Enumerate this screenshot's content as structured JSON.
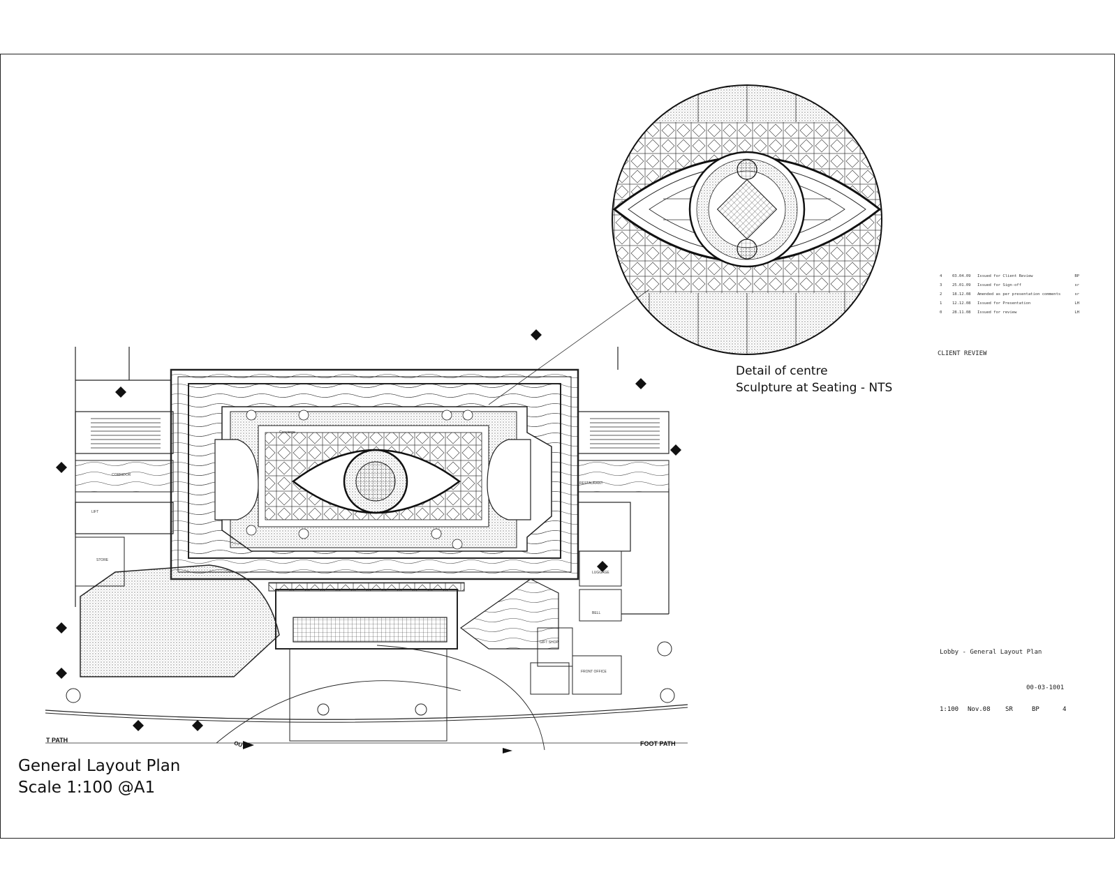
{
  "detail": {
    "line1": "Detail of centre",
    "line2": "Sculpture at Seating - NTS"
  },
  "plan": {
    "title": "General Layout Plan",
    "scale": "Scale  1:100 @A1"
  },
  "revisions": [
    {
      "no": "4",
      "date": "03.04.09",
      "desc": "Issued for Client Review",
      "by": "BP"
    },
    {
      "no": "3",
      "date": "25.01.09",
      "desc": "Issued for Sign-off",
      "by": "sr"
    },
    {
      "no": "2",
      "date": "18.12.08",
      "desc": "Amended as per presentation comments",
      "by": "sr"
    },
    {
      "no": "1",
      "date": "12.12.08",
      "desc": "Issued for Presentation",
      "by": "LH"
    },
    {
      "no": "0",
      "date": "28.11.08",
      "desc": "Issued for review",
      "by": "LH"
    }
  ],
  "title_block": {
    "status": "CLIENT REVIEW",
    "drawing_title": "Lobby - General Layout Plan",
    "drawing_no": "00-03-1001",
    "scale": "1:100",
    "date": "Nov.08",
    "drawn": "SR",
    "checked": "BP",
    "revision": "4"
  },
  "labels": {
    "foot_path_left": "T PATH",
    "foot_path_right": "FOOT PATH",
    "out": "OUT",
    "lift": "LIFT",
    "store": "STORE",
    "corridor": "CORRIDOR",
    "restaurant": "RESTAURANT",
    "luggage": "LUGGAGE",
    "bell": "BELL",
    "gift_shop": "GIFT SHOP",
    "front_office": "FRONT OFFICE",
    "concierge": "Concierge"
  },
  "colors": {
    "line": "#222222",
    "paper": "#ffffff",
    "hatch": "#555555"
  }
}
